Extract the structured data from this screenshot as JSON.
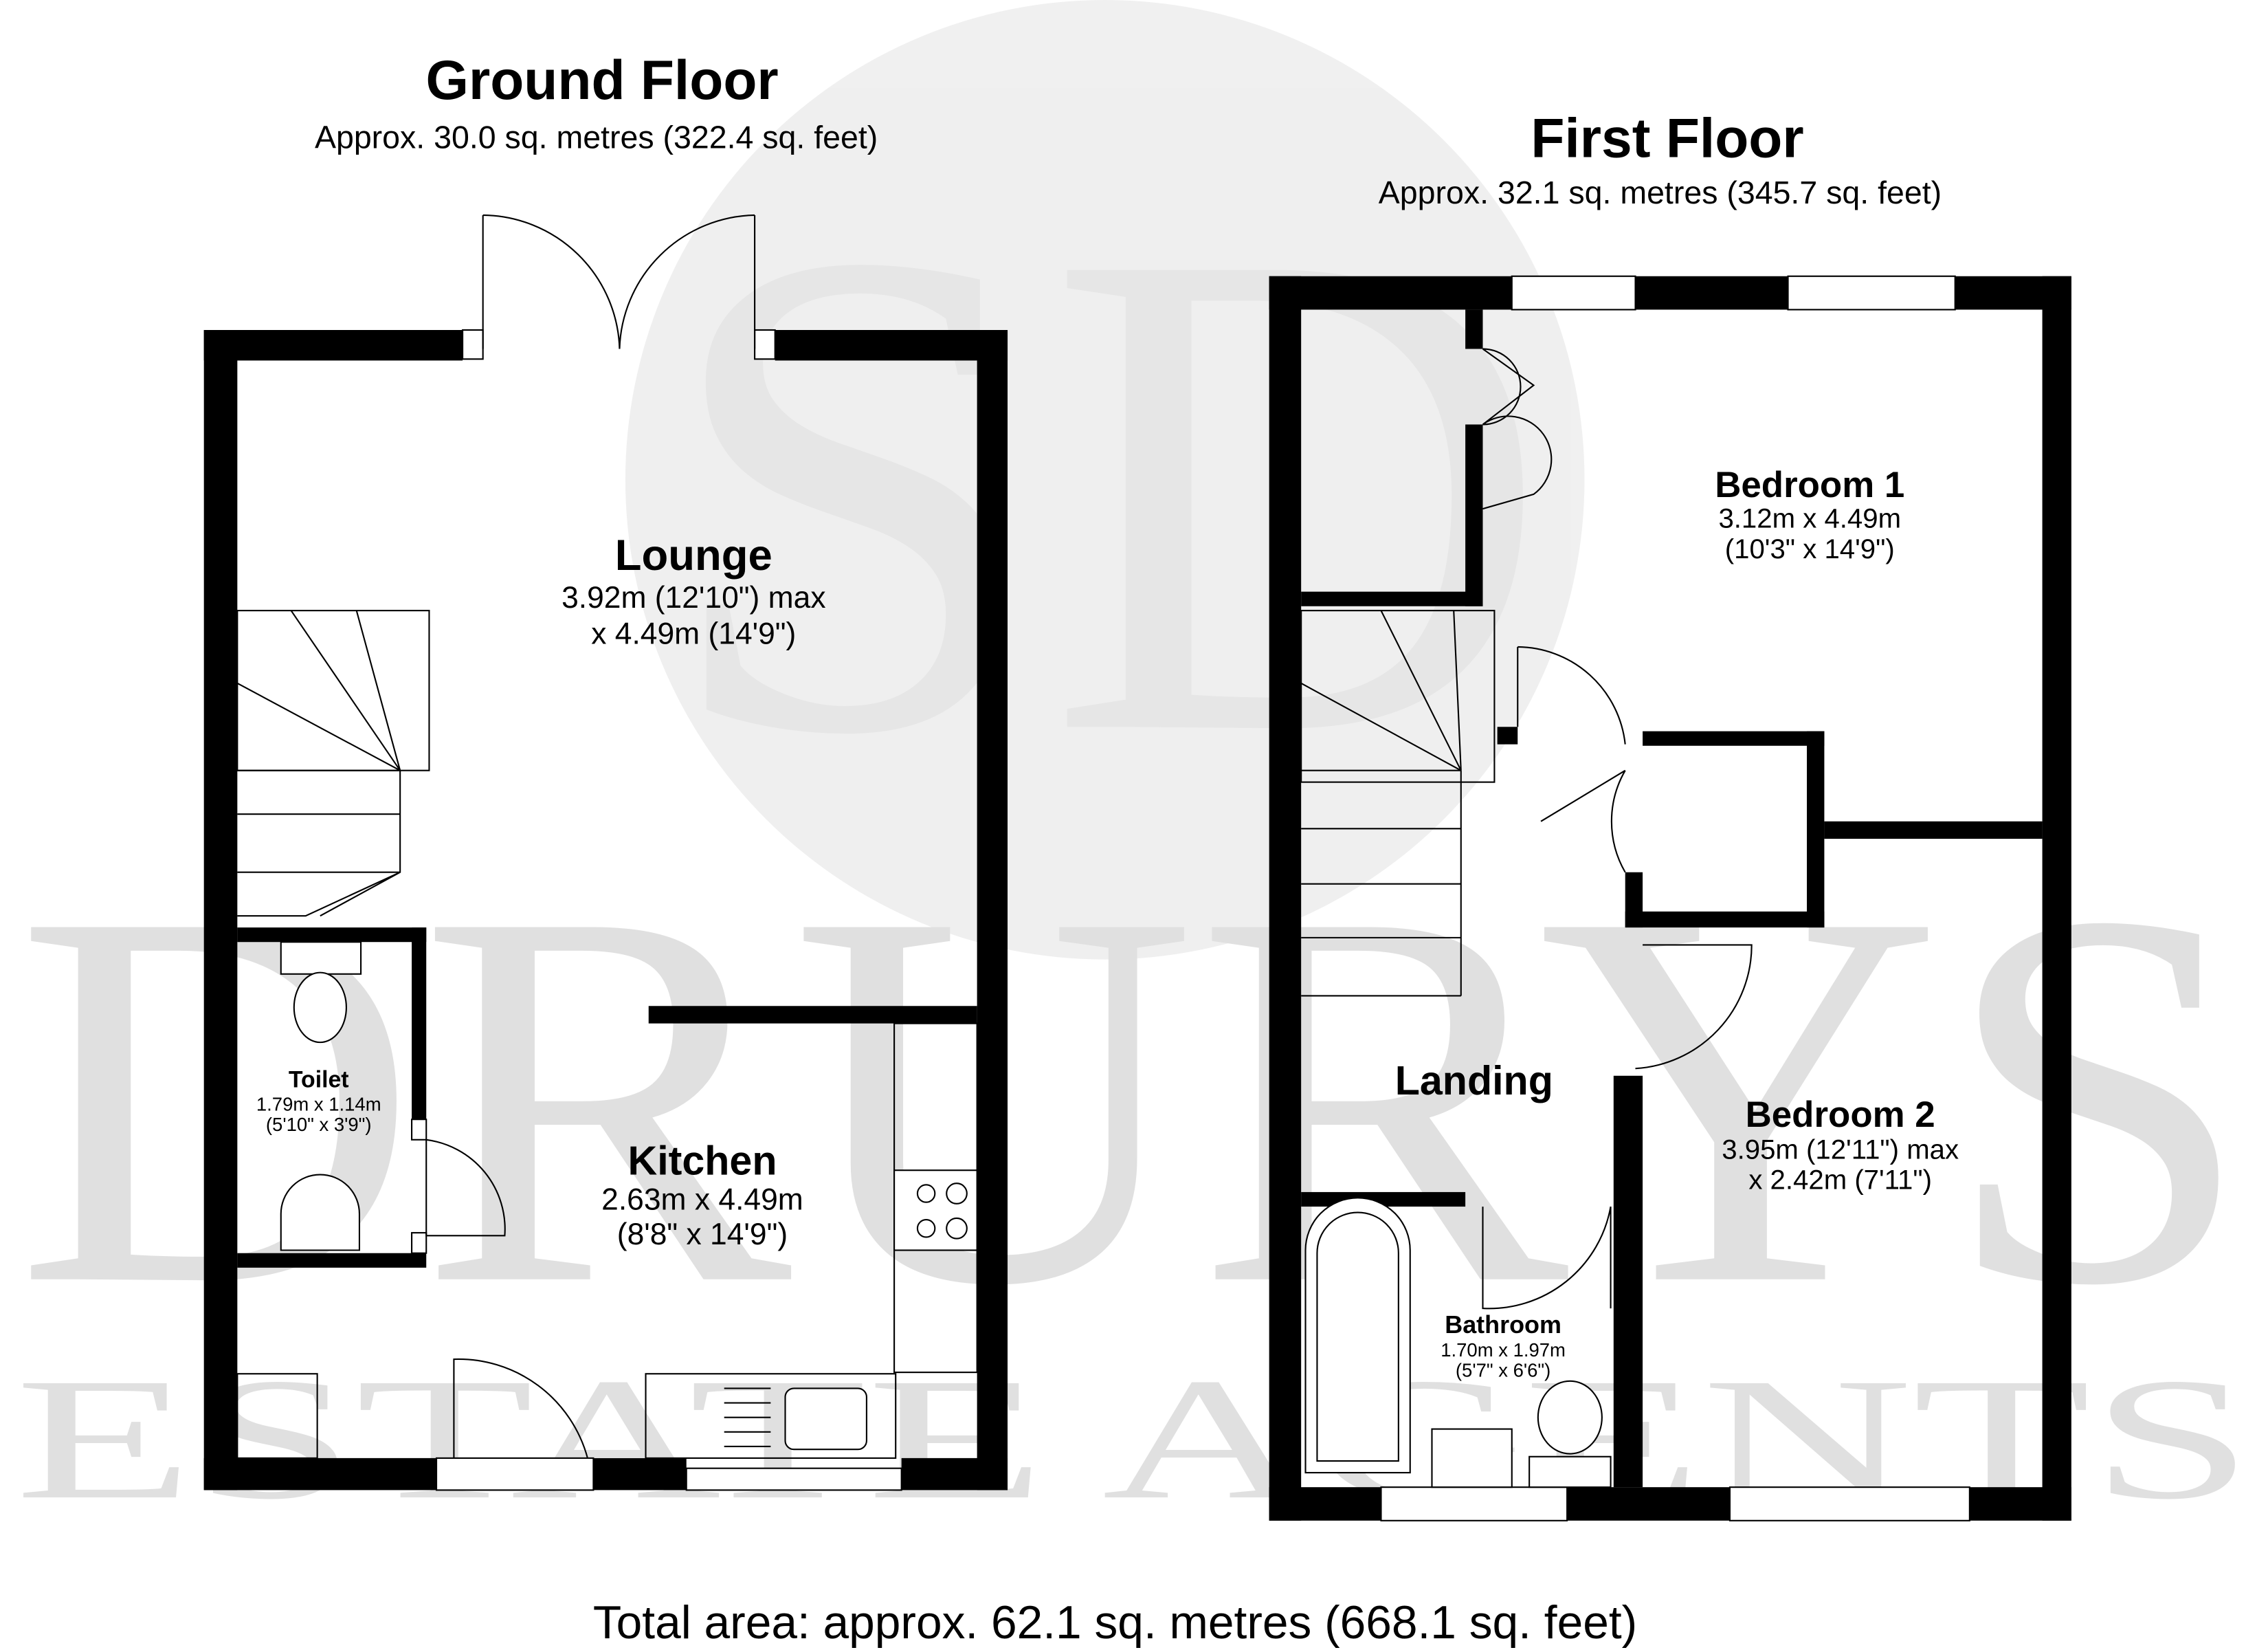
{
  "watermark": {
    "logo": "SD",
    "line1": "DRURYS",
    "line2": "ESTATE AGENTS"
  },
  "ground_floor": {
    "title": "Ground Floor",
    "area": "Approx. 30.0 sq. metres (322.4 sq. feet)",
    "rooms": [
      {
        "name": "Lounge",
        "dim1": "3.92m (12'10\") max",
        "dim2": "x 4.49m (14'9\")"
      },
      {
        "name": "Kitchen",
        "dim1": "2.63m x 4.49m",
        "dim2": "(8'8\" x 14'9\")"
      },
      {
        "name": "Toilet",
        "dim1": "1.79m x 1.14m",
        "dim2": "(5'10\" x 3'9\")"
      }
    ]
  },
  "first_floor": {
    "title": "First Floor",
    "area": "Approx. 32.1 sq. metres (345.7 sq. feet)",
    "rooms": [
      {
        "name": "Bedroom 1",
        "dim1": "3.12m x 4.49m",
        "dim2": "(10'3\" x 14'9\")"
      },
      {
        "name": "Bedroom 2",
        "dim1": "3.95m (12'11\") max",
        "dim2": "x 2.42m (7'11\")"
      },
      {
        "name": "Landing"
      },
      {
        "name": "Bathroom",
        "dim1": "1.70m x 1.97m",
        "dim2": "(5'7\" x 6'6\")"
      }
    ]
  },
  "total_area": "Total area: approx. 62.1 sq. metres (668.1 sq. feet)"
}
